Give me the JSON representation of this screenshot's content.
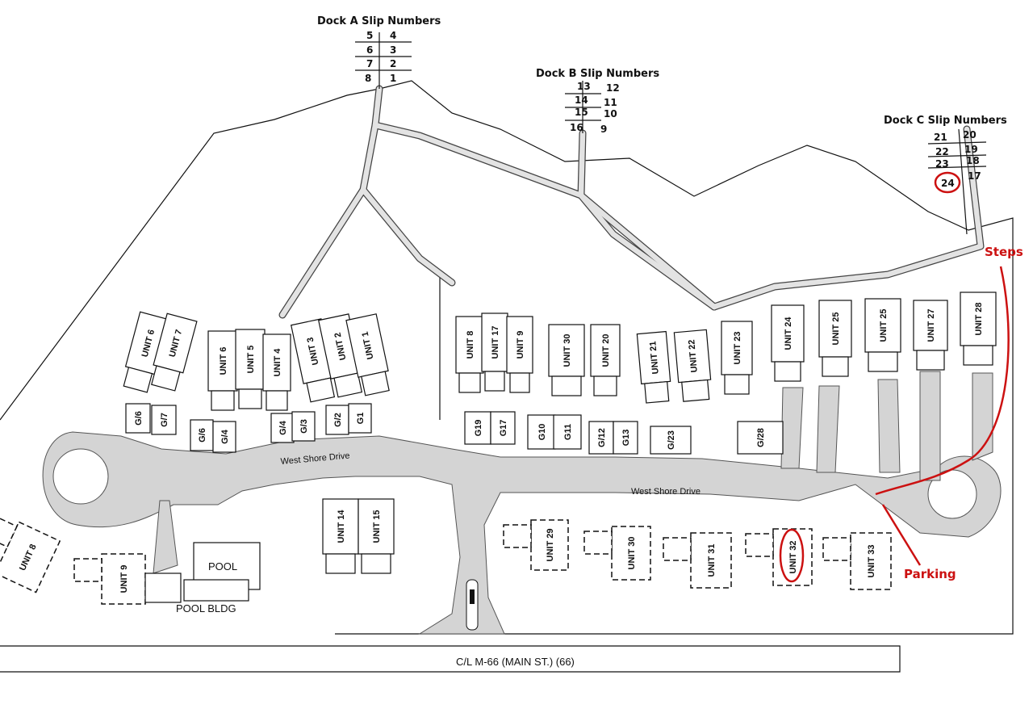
{
  "colors": {
    "road": "#d4d4d4",
    "annotation": "#cc1111",
    "line": "#111111"
  },
  "docks": [
    {
      "id": "a",
      "title": "Dock A Slip Numbers",
      "rows": [
        [
          "5",
          "4"
        ],
        [
          "6",
          "3"
        ],
        [
          "7",
          "2"
        ],
        [
          "8",
          "1"
        ]
      ]
    },
    {
      "id": "b",
      "title": "Dock B Slip Numbers",
      "rows": [
        [
          "13",
          "12"
        ],
        [
          "14",
          "11"
        ],
        [
          "15",
          "10"
        ],
        [
          "16",
          "9"
        ]
      ]
    },
    {
      "id": "c",
      "title": "Dock C Slip Numbers",
      "rows": [
        [
          "21",
          "20"
        ],
        [
          "22",
          "19"
        ],
        [
          "23",
          "18"
        ],
        [
          "24",
          "17"
        ]
      ]
    }
  ],
  "highlighted_slip": "24",
  "units": [
    {
      "id": "u6w",
      "label": "UNIT 6"
    },
    {
      "id": "u7",
      "label": "UNIT 7"
    },
    {
      "id": "u6",
      "label": "UNIT 6"
    },
    {
      "id": "u5",
      "label": "UNIT 5"
    },
    {
      "id": "u4",
      "label": "UNIT 4"
    },
    {
      "id": "u3",
      "label": "UNIT 3"
    },
    {
      "id": "u2",
      "label": "UNIT 2"
    },
    {
      "id": "u1",
      "label": "UNIT 1"
    },
    {
      "id": "u8",
      "label": "UNIT 8"
    },
    {
      "id": "u17",
      "label": "UNIT 17"
    },
    {
      "id": "u9",
      "label": "UNIT 9"
    },
    {
      "id": "u30",
      "label": "UNIT 30"
    },
    {
      "id": "u20",
      "label": "UNIT 20"
    },
    {
      "id": "u21",
      "label": "UNIT 21"
    },
    {
      "id": "u22",
      "label": "UNIT 22"
    },
    {
      "id": "u23",
      "label": "UNIT 23"
    },
    {
      "id": "u24",
      "label": "UNIT 24"
    },
    {
      "id": "u25a",
      "label": "UNIT 25"
    },
    {
      "id": "u25b",
      "label": "UNIT 25"
    },
    {
      "id": "u27",
      "label": "UNIT 27"
    },
    {
      "id": "u28",
      "label": "UNIT 28"
    },
    {
      "id": "u14",
      "label": "UNIT 14"
    },
    {
      "id": "u15",
      "label": "UNIT 15"
    },
    {
      "id": "u29",
      "label": "UNIT 29"
    },
    {
      "id": "u30s",
      "label": "UNIT 30"
    },
    {
      "id": "u31",
      "label": "UNIT 31"
    },
    {
      "id": "u32",
      "label": "UNIT 32"
    },
    {
      "id": "u33",
      "label": "UNIT 33"
    },
    {
      "id": "u8sw",
      "label": "UNIT 8"
    },
    {
      "id": "u9sw",
      "label": "UNIT 9"
    }
  ],
  "highlighted_unit": "UNIT 32",
  "garages": [
    {
      "id": "g6a",
      "label": "G/6"
    },
    {
      "id": "g7",
      "label": "G/7"
    },
    {
      "id": "g6b",
      "label": "G/6"
    },
    {
      "id": "g4a",
      "label": "G/4"
    },
    {
      "id": "g4b",
      "label": "G/4"
    },
    {
      "id": "g3",
      "label": "G/3"
    },
    {
      "id": "g2",
      "label": "G/2"
    },
    {
      "id": "g1",
      "label": "G1"
    },
    {
      "id": "g19",
      "label": "G19"
    },
    {
      "id": "g17",
      "label": "G17"
    },
    {
      "id": "g10",
      "label": "G10"
    },
    {
      "id": "g11",
      "label": "G11"
    },
    {
      "id": "g12",
      "label": "G/12"
    },
    {
      "id": "g13",
      "label": "G13"
    },
    {
      "id": "g23",
      "label": "G/23"
    },
    {
      "id": "g28",
      "label": "G/28"
    }
  ],
  "road_labels": {
    "west": "West Shore Drive",
    "east": "West Shore Drive"
  },
  "pool": {
    "pool": "POOL",
    "bldg": "POOL BLDG"
  },
  "main_street": "C/L M-66 (MAIN ST.) (66)",
  "annotations": {
    "steps": "Steps",
    "parking": "Parking"
  }
}
